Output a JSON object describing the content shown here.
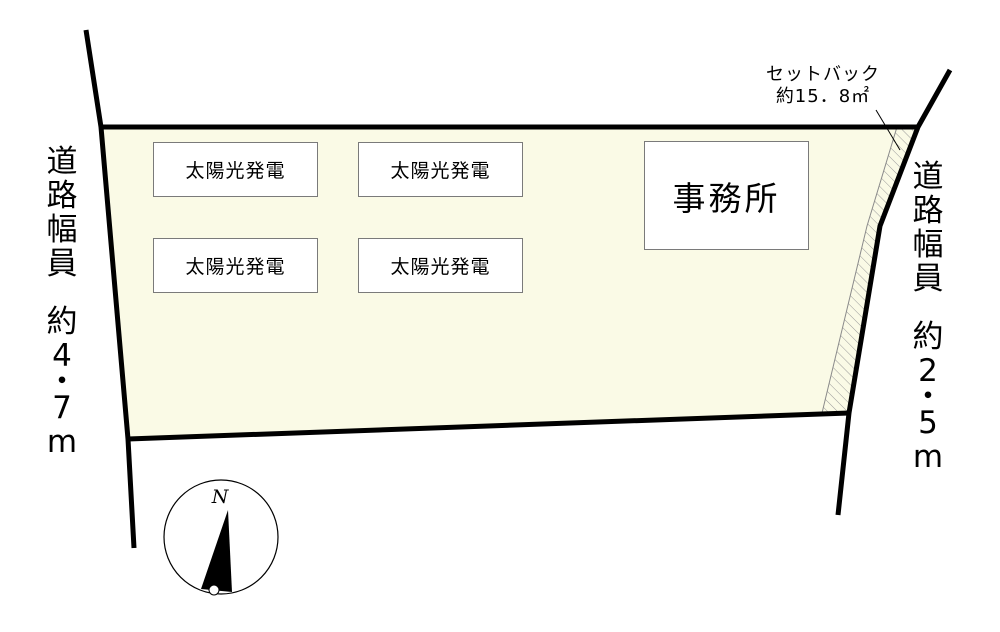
{
  "map": {
    "panels": [
      {
        "label": "太陽光発電"
      },
      {
        "label": "太陽光発電"
      },
      {
        "label": "太陽光発電"
      },
      {
        "label": "太陽光発電"
      }
    ],
    "office_label": "事務所",
    "setback": {
      "line1": "セットバック",
      "line2": "約15．8㎡"
    },
    "road_left": {
      "chars": [
        "道",
        "路",
        "幅",
        "員",
        "約",
        "4",
        "・",
        "7",
        "m"
      ]
    },
    "road_right": {
      "chars": [
        "道",
        "路",
        "幅",
        "員",
        "約",
        "2",
        "・",
        "5",
        "m"
      ]
    },
    "compass": {
      "label": "N"
    },
    "colors": {
      "lot_fill": "#fafae6",
      "boundary": "#000000",
      "box_border": "#7a7a7a",
      "hatch": "#9a9a9a"
    }
  }
}
